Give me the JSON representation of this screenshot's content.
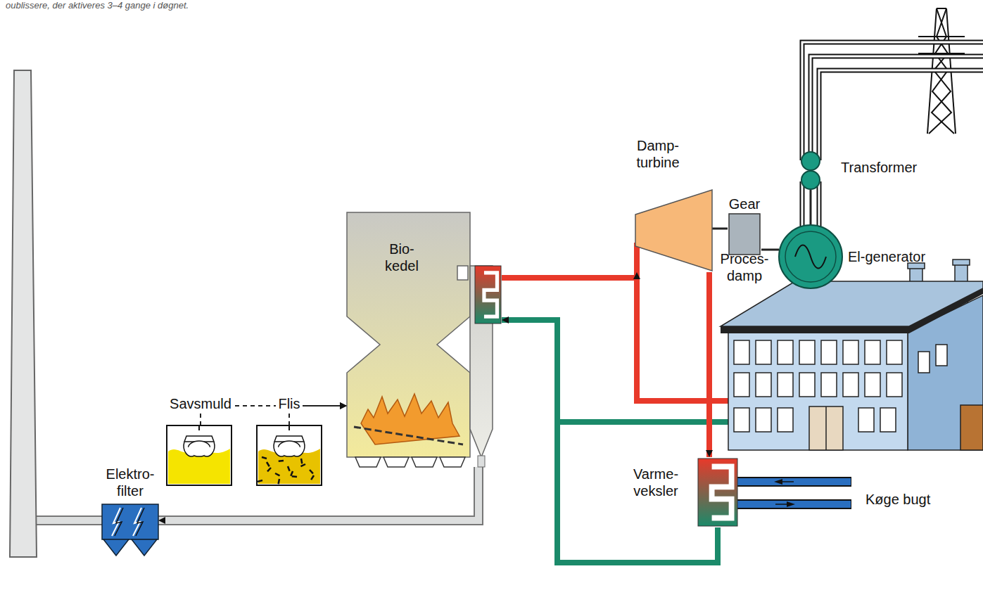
{
  "diagram": {
    "nodes": [
      {
        "text": [
          "Savsmuld"
        ]
      },
      {
        "text": [
          "Flis"
        ]
      },
      {
        "text": [
          "Bio- kedel"
        ]
      },
      {
        "text": [
          "Elektro- filter"
        ]
      },
      {
        "text": [
          "Damp- turbine"
        ]
      },
      {
        "text": [
          "Gear"
        ]
      },
      {
        "text": [
          "El-generator"
        ]
      },
      {
        "text": [
          "Transformer"
        ]
      },
      {
        "text": [
          "Varme- veksler"
        ]
      }
    ],
    "edges": [
      {
        "from": 0,
        "to": 2,
        "arrow": "to"
      },
      {
        "from": 1,
        "to": 2,
        "arrow": "to"
      },
      {
        "from": 2,
        "to": 3,
        "arrow": "to"
      },
      {
        "from": 2,
        "to": 4,
        "arrow": "to"
      },
      {
        "from": 4,
        "to": 8,
        "arrow": "to"
      },
      {
        "from": 8,
        "to": 2,
        "arrow": "to"
      },
      {
        "from": 4,
        "to": 5,
        "arrow": "none"
      },
      {
        "from": 5,
        "to": 6,
        "arrow": "none"
      },
      {
        "from": 6,
        "to": 7,
        "arrow": "none"
      }
    ],
    "labels": [
      "Proces- damp",
      "Køge bugt",
      "oublissere, der aktiveres 3–4 gange i døgnet."
    ]
  }
}
